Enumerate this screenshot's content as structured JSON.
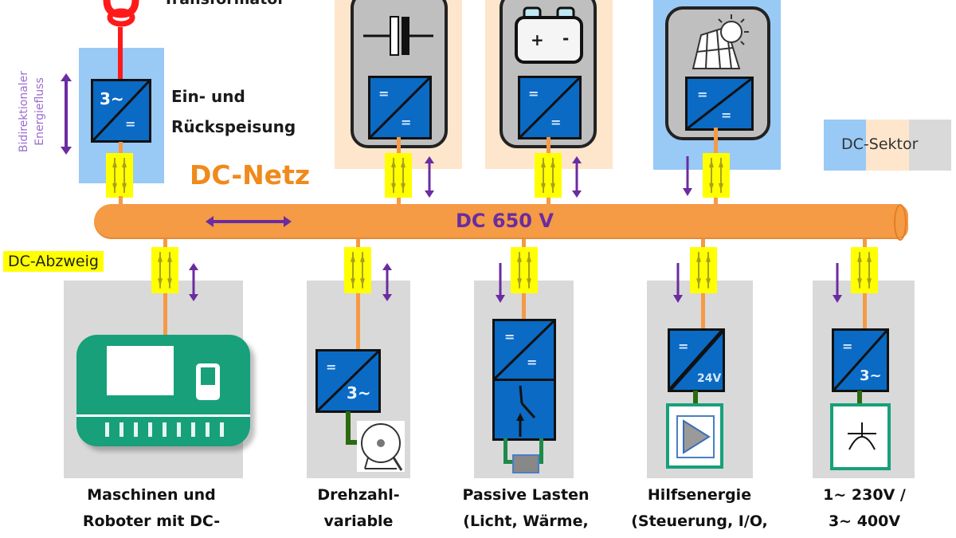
{
  "diagram": {
    "title": "DC-Netz",
    "bus_label": "DC 650 V",
    "branch_label": "DC-Abzweig",
    "legend_label": "DC-Sektor",
    "side_note": "Bidirektionaler Energiefluss",
    "colors": {
      "bus": "#f59a45",
      "arrow": "#6a2ca0",
      "fuse": "#ffff00",
      "converter": "#0a6ac4",
      "zone_supply": "#99c9f5",
      "zone_storage": "#fde6cc",
      "zone_load": "#d9d9d9",
      "ac_line": "#ff1a1a",
      "machine": "#17a07a"
    },
    "grid_feed": {
      "transformer_label": "Transformator",
      "converter_label": "Ein- und Rückspeisung",
      "converter_top": "3~",
      "converter_bottom": "="
    },
    "sources": [
      {
        "name": "capacitor-storage",
        "conv_top": "=",
        "conv_bottom": "="
      },
      {
        "name": "battery-storage",
        "conv_top": "=",
        "conv_bottom": "=",
        "plus": "+",
        "minus": "-"
      },
      {
        "name": "photovoltaic",
        "conv_top": "=",
        "conv_bottom": "="
      }
    ],
    "loads": [
      {
        "label_line1": "Maschinen und",
        "label_line2": "Roboter mit DC-"
      },
      {
        "label_line1": "Drehzahl-",
        "label_line2": "variable",
        "conv_top": "=",
        "conv_bottom": "3~"
      },
      {
        "label_line1": "Passive Lasten",
        "label_line2": "(Licht, Wärme,",
        "conv_top": "=",
        "conv_bottom": "="
      },
      {
        "label_line1": "Hilfsenergie",
        "label_line2": "(Steuerung, I/O,",
        "conv_top": "=",
        "conv_bottom": "24V"
      },
      {
        "label_line1": "1~ 230V /",
        "label_line2": "3~ 400V",
        "conv_top": "=",
        "conv_bottom": "3~"
      }
    ]
  }
}
